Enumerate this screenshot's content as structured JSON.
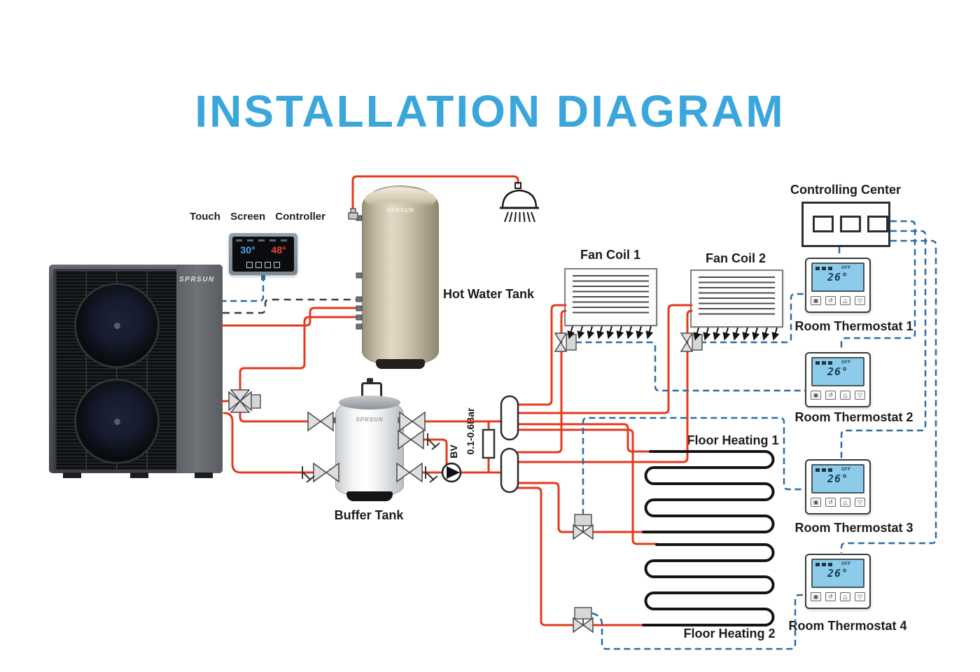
{
  "title": "INSTALLATION DIAGRAM",
  "colors": {
    "title_blue": "#3BA6DB",
    "pipe_hot_red": "#E5391B",
    "control_wire_blue": "#2B6CA4",
    "sensor_wire_gray": "#3C3C3C",
    "thermostat_lcd": "#8CCBEA"
  },
  "heat_pump": {
    "brand": "SPRSUN"
  },
  "touch_screen_controller": {
    "label": "Touch Screen Controller",
    "temp_left": "30°",
    "temp_right": "48°"
  },
  "hot_water_tank": {
    "label": "Hot Water Tank",
    "brand": "SPRSUN"
  },
  "buffer_tank": {
    "label": "Buffer Tank",
    "brand": "SPRSUN"
  },
  "pump": {
    "label": "BV"
  },
  "bypass_valve": {
    "label": "0.1-0.6Bar"
  },
  "fan_coils": [
    {
      "label": "Fan Coil 1"
    },
    {
      "label": "Fan Coil 2"
    }
  ],
  "floor_heating": [
    {
      "label": "Floor Heating 1"
    },
    {
      "label": "Floor Heating 2"
    }
  ],
  "controlling_center": {
    "label": "Controlling Center"
  },
  "room_thermostats": [
    {
      "label": "Room Thermostat 1",
      "temp": "26°",
      "status": "OFF"
    },
    {
      "label": "Room Thermostat 2",
      "temp": "26°",
      "status": "OFF"
    },
    {
      "label": "Room Thermostat 3",
      "temp": "26°",
      "status": "OFF"
    },
    {
      "label": "Room Thermostat 4",
      "temp": "26°",
      "status": "OFF"
    }
  ],
  "thermostat_buttons": [
    "▣",
    "↺",
    "△",
    "▽"
  ],
  "icons": {
    "shower": "shower-head-icon",
    "fan_coil_airflow": "down-left-arrows",
    "pump_symbol": "circle-triangle-pump",
    "valve_symbol": "gate-valve-bowtie"
  }
}
